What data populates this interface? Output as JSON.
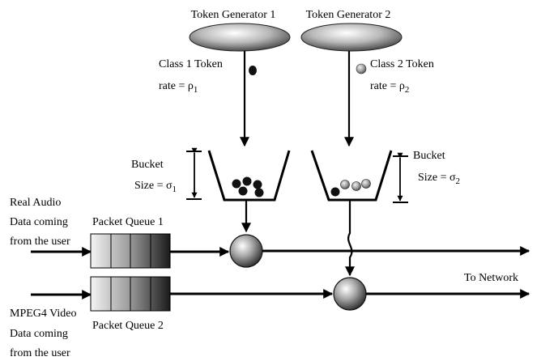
{
  "generators": {
    "g1_label": "Token Generator 1",
    "g2_label": "Token Generator 2"
  },
  "tokens": {
    "class1_line1": "Class 1 Token",
    "class1_line2": "rate = ρ",
    "class1_sub": "1",
    "class2_line1": "Class 2 Token",
    "class2_line2": "rate = ρ",
    "class2_sub": "2"
  },
  "buckets": {
    "b1_line1": "Bucket",
    "b1_line2": "Size = σ",
    "b1_sub": "1",
    "b2_line1": "Bucket",
    "b2_line2": "Size = σ",
    "b2_sub": "2"
  },
  "inputs": {
    "audio_line1": "Real Audio",
    "audio_line2": "Data coming",
    "audio_line3": "from the user",
    "video_line1": "MPEG4 Video",
    "video_line2": "Data coming",
    "video_line3": "from the user"
  },
  "queues": {
    "q1_label": "Packet Queue 1",
    "q2_label": "Packet Queue 2"
  },
  "output": {
    "network_label": "To Network"
  },
  "colors": {
    "line": "#000000",
    "token_class1": "#111111",
    "token_class2": "#9a9a9a"
  }
}
